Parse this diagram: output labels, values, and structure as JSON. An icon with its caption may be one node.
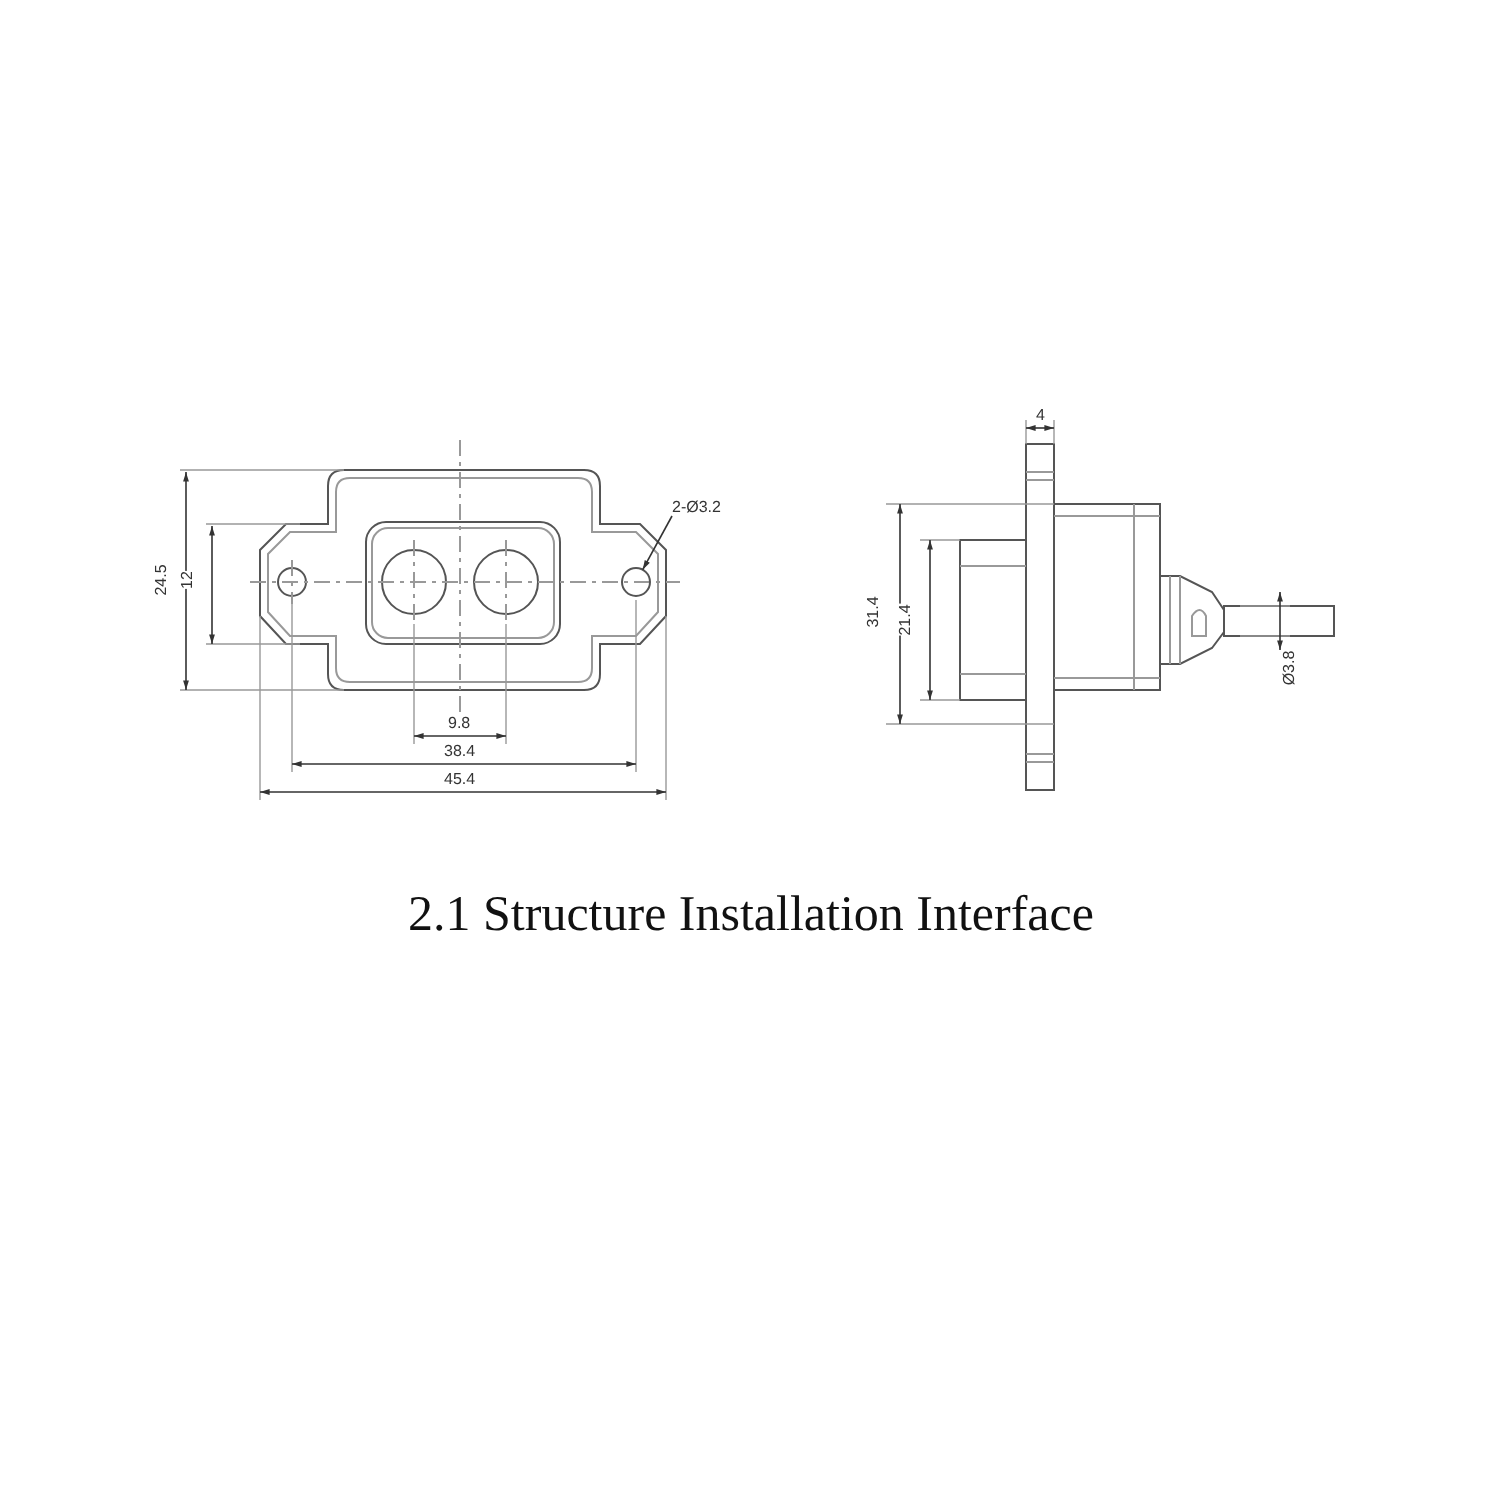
{
  "diagram": {
    "caption": "2.1 Structure Installation Interface",
    "nodes": [
      {
        "text": [
          "2-Ø3.2"
        ]
      },
      {
        "text": [],
        "shape": "circle"
      }
    ],
    "edges": [
      {
        "from": 0,
        "to": 1,
        "arrow": "to"
      }
    ],
    "labels": [
      "4",
      "24.5",
      "12",
      "31.4",
      "21.4",
      "Ø3.8",
      "9.8",
      "38.4",
      "45.4"
    ]
  }
}
